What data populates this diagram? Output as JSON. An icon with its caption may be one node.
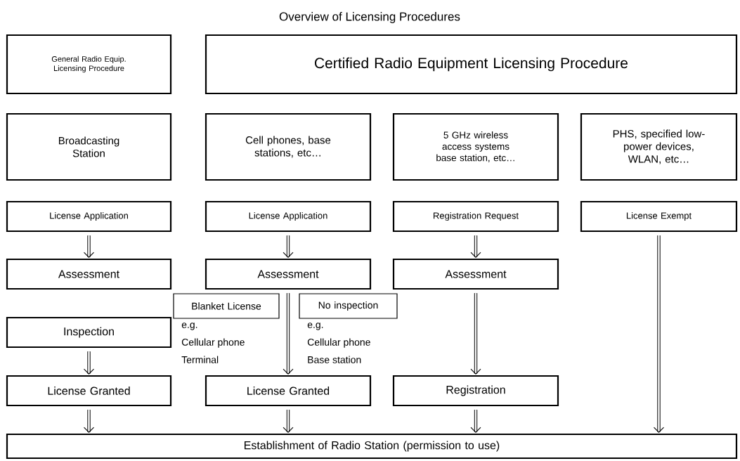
{
  "diagram": {
    "title": "Overview of Licensing Procedures",
    "nodes": [
      {
        "text": [
          "General Radio Equip. Licensing Procedure"
        ]
      },
      {
        "text": [
          "Certified Radio Equipment Licensing Procedure"
        ]
      },
      {
        "text": [
          "Broadcasting Station"
        ]
      },
      {
        "text": [
          "Cell phones, base stations, etc…"
        ]
      },
      {
        "text": [
          "5 GHz wireless access systems base station, etc…"
        ]
      },
      {
        "text": [
          "PHS, specified low-power devices, WLAN, etc…"
        ]
      },
      {
        "text": [
          "License Application"
        ]
      },
      {
        "text": [
          "License Application"
        ]
      },
      {
        "text": [
          "Registration Request"
        ]
      },
      {
        "text": [
          "License Exempt"
        ]
      },
      {
        "text": [
          "Assessment"
        ]
      },
      {
        "text": [
          "Assessment"
        ]
      },
      {
        "text": [
          "Assessment"
        ]
      },
      {
        "text": [
          "Blanket License"
        ],
        "beside": [
          "e.g.",
          "Cellular phone",
          "Terminal"
        ]
      },
      {
        "text": [
          "No inspection"
        ],
        "beside": [
          "e.g.",
          "Cellular phone",
          "Base station"
        ]
      },
      {
        "text": [
          "Inspection"
        ]
      },
      {
        "text": [
          "License Granted"
        ]
      },
      {
        "text": [
          "License Granted"
        ]
      },
      {
        "text": [
          "Registration"
        ]
      },
      {
        "text": [
          "Establishment of Radio Station (permission to use)"
        ]
      }
    ],
    "edges": [
      {
        "from": 6,
        "to": 10,
        "arrow": "to"
      },
      {
        "from": 15,
        "to": 16,
        "arrow": "to"
      },
      {
        "from": 16,
        "to": 19,
        "arrow": "to"
      },
      {
        "from": 7,
        "to": 11,
        "arrow": "to"
      },
      {
        "from": 11,
        "to": 17,
        "arrow": "to"
      },
      {
        "from": 17,
        "to": 19,
        "arrow": "to"
      },
      {
        "from": 8,
        "to": 12,
        "arrow": "to"
      },
      {
        "from": 12,
        "to": 18,
        "arrow": "to"
      },
      {
        "from": 18,
        "to": 19,
        "arrow": "to"
      },
      {
        "from": 9,
        "to": 19,
        "arrow": "to"
      }
    ]
  }
}
